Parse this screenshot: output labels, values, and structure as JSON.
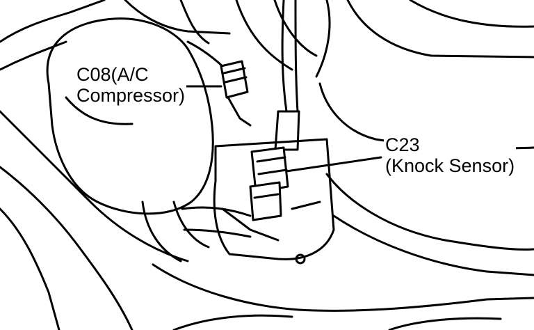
{
  "callouts": {
    "c08": {
      "code": "C08(A/C",
      "name": "Compressor)"
    },
    "c23": {
      "code": "C23",
      "name": "(Knock Sensor)"
    }
  },
  "colors": {
    "ink": "#000000",
    "paper": "#ffffff"
  }
}
